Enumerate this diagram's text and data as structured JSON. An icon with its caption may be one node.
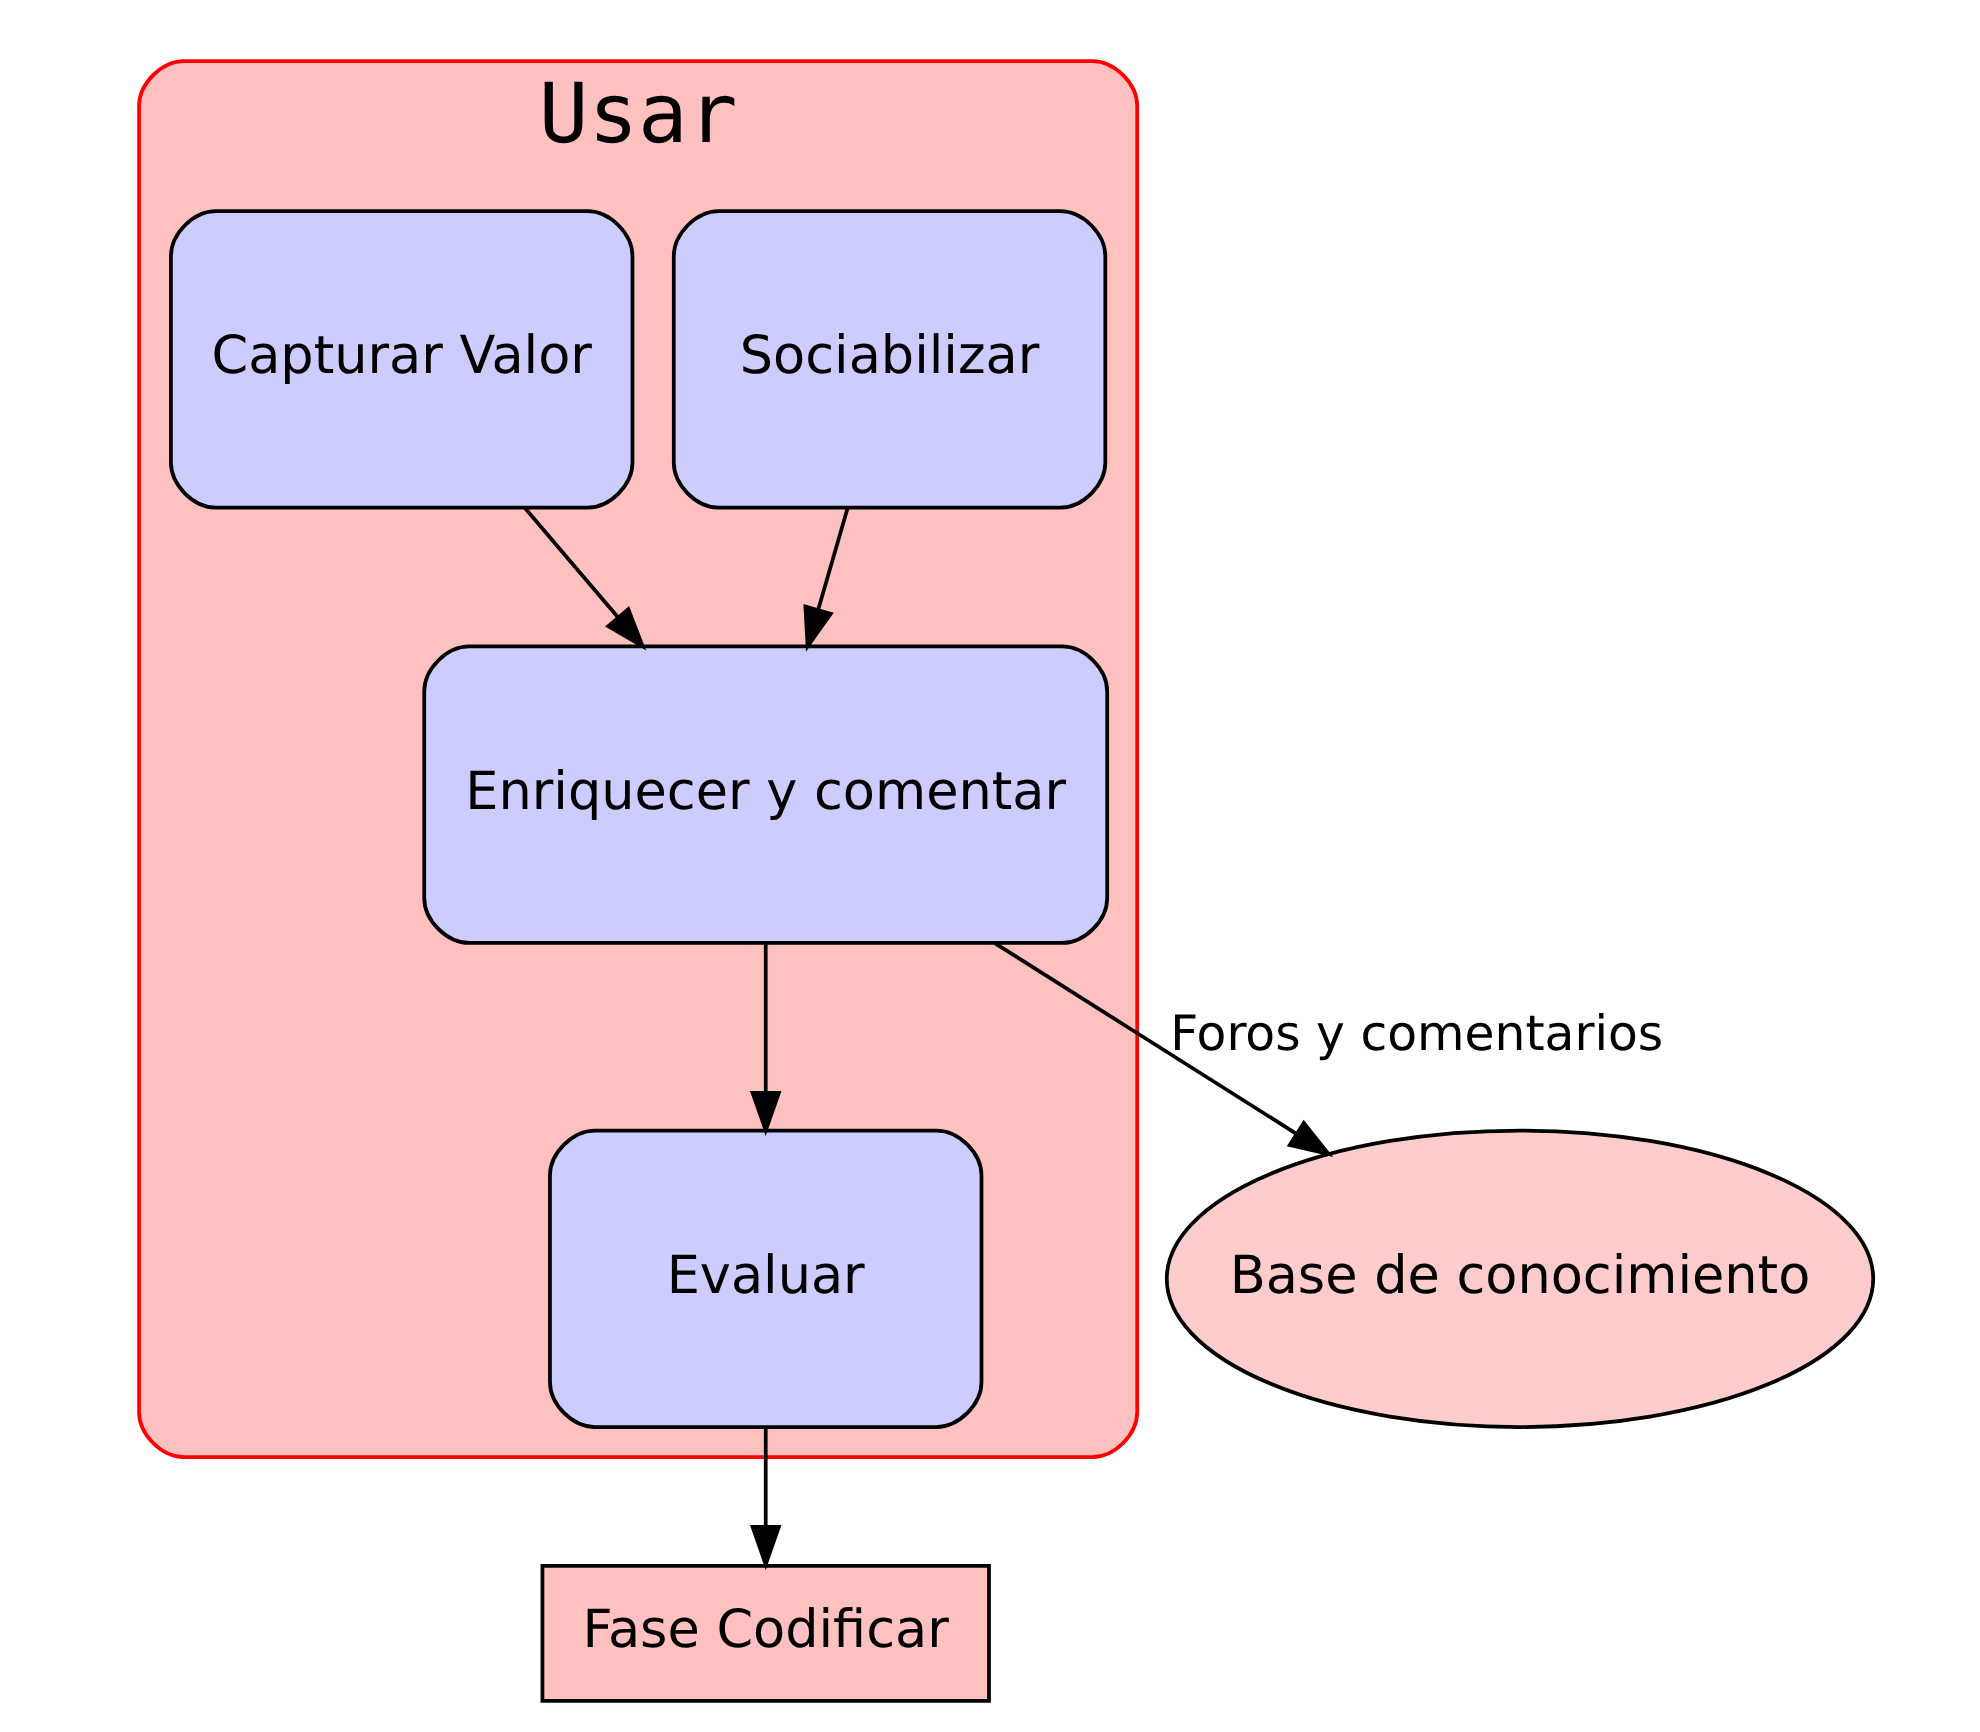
{
  "diagram": {
    "nodes": [
      {
        "text": [
          "Usar"
        ]
      },
      {
        "text": [
          "Sociabilizar"
        ],
        "in": 0
      },
      {
        "text": [
          "Capturar Valor"
        ],
        "in": 0
      },
      {
        "text": [
          "Enriquecer y comentar"
        ],
        "in": 0
      },
      {
        "text": [
          "Evaluar"
        ],
        "in": 0
      },
      {
        "text": [
          "Base de conocimiento"
        ]
      },
      {
        "text": [
          "Fase Codificar"
        ]
      }
    ],
    "edges": [
      {
        "from": 1,
        "to": 3,
        "arrow": "to"
      },
      {
        "from": 2,
        "to": 3,
        "arrow": "to"
      },
      {
        "from": 3,
        "to": 4,
        "arrow": "to"
      },
      {
        "from": 3,
        "to": 5,
        "arrow": "to",
        "label": "Foros y comentarios"
      },
      {
        "from": 4,
        "to": 6,
        "arrow": "to"
      }
    ]
  }
}
